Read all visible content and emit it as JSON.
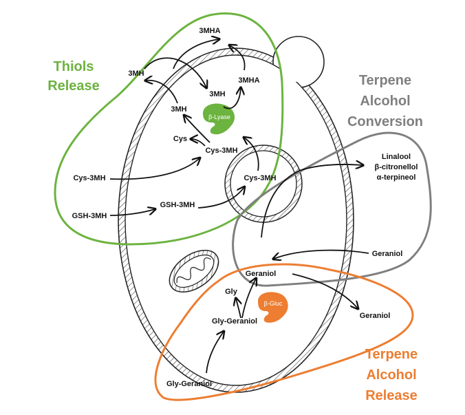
{
  "colors": {
    "thiols": "#6cb33f",
    "terpene_conversion": "#7f7f7f",
    "terpene_release": "#ed7d31",
    "outline": "#222222",
    "enzyme_lyase": "#6cb33f",
    "enzyme_gluc": "#ed7d31"
  },
  "regions": {
    "thiols_release": [
      "Thiols",
      "Release"
    ],
    "terpene_alcohol_conversion": [
      "Terpene",
      "Alcohol",
      "Conversion"
    ],
    "terpene_alcohol_release": [
      "Terpene",
      "Alcohol",
      "Release"
    ]
  },
  "enzymes": {
    "beta_lyase": "β-Lyase",
    "beta_gluc": "β-Gluc"
  },
  "labels": {
    "mha_top": "3MHA",
    "mh_left": "3MH",
    "mha_right": "3MHA",
    "mh_center": "3MH",
    "mh_mid": "3MH",
    "cys": "Cys",
    "cys_3mh_inner": "Cys-3MH",
    "cys_3mh_vacuole": "Cys-3MH",
    "cys_3mh_outside": "Cys-3MH",
    "gsh_3mh_outside": "GSH-3MH",
    "gsh_3mh_inner": "GSH-3MH",
    "linalool": "Linalool",
    "citronellol": "β-citronellol",
    "terpineol": "α-terpineol",
    "geraniol_right": "Geraniol",
    "geraniol_inner": "Geraniol",
    "geraniol_out": "Geraniol",
    "gly": "Gly",
    "gly_geraniol_inner": "Gly-Geraniol",
    "gly_geraniol_outside": "Gly-Geraniol"
  }
}
